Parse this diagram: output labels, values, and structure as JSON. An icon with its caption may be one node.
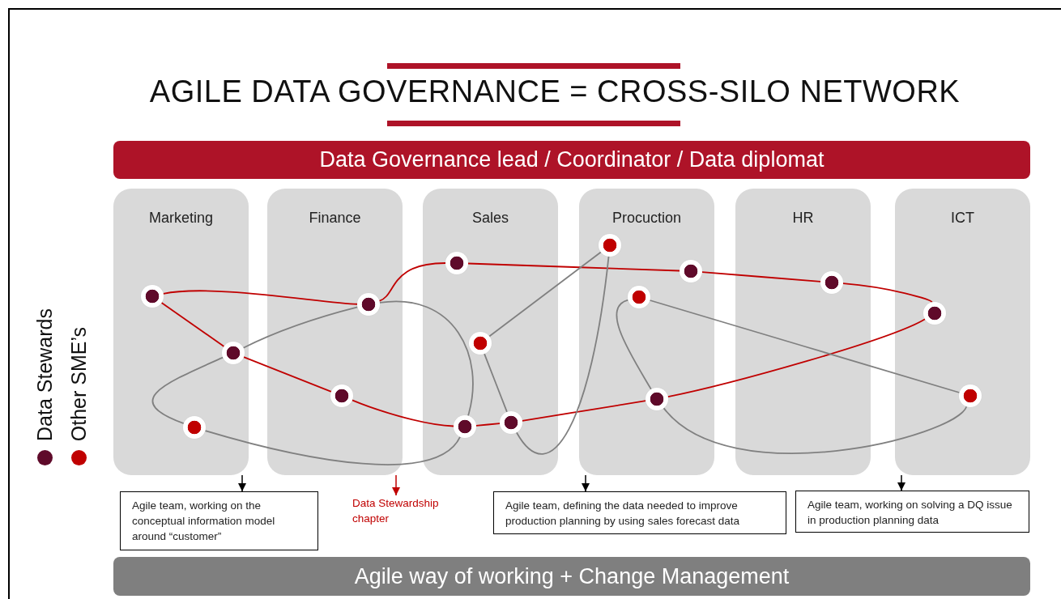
{
  "diagram": {
    "title": "AGILE DATA GOVERNANCE = CROSS-SILO NETWORK",
    "nodes": [
      {
        "text": [
          "Data Governance lead / Coordinator / Data diplomat"
        ]
      },
      {
        "text": [
          "Marketing"
        ]
      },
      {
        "text": [
          "Finance"
        ]
      },
      {
        "text": [
          "Sales"
        ]
      },
      {
        "text": [
          "Procuction"
        ]
      },
      {
        "text": [
          "HR"
        ]
      },
      {
        "text": [
          "ICT"
        ]
      },
      {
        "text": [],
        "shape": "circle",
        "in": 4
      },
      {
        "text": [],
        "shape": "circle",
        "in": 3
      },
      {
        "text": [],
        "shape": "circle",
        "in": 4
      },
      {
        "text": [],
        "shape": "circle",
        "in": 5
      },
      {
        "text": [],
        "shape": "circle",
        "in": 1
      },
      {
        "text": [],
        "shape": "circle",
        "in": 4
      },
      {
        "text": [],
        "shape": "circle",
        "in": 2
      },
      {
        "text": [],
        "shape": "circle",
        "in": 6
      },
      {
        "text": [],
        "shape": "circle",
        "in": 3
      },
      {
        "text": [],
        "shape": "circle",
        "in": 1
      },
      {
        "text": [],
        "shape": "circle",
        "in": 2
      },
      {
        "text": [],
        "shape": "circle",
        "in": 6
      },
      {
        "text": [],
        "shape": "circle",
        "in": 4
      },
      {
        "text": [],
        "shape": "circle",
        "in": 3
      },
      {
        "text": [],
        "shape": "circle",
        "in": 3
      },
      {
        "text": [],
        "shape": "circle",
        "in": 1
      },
      {
        "text": [
          "Agile team, working on the conceptual information model around “customer”"
        ]
      },
      {
        "text": [
          "Data Stewardship chapter"
        ]
      },
      {
        "text": [
          "Agile team, defining the data needed to improve production planning by using sales forecast data"
        ]
      },
      {
        "text": [
          "Agile team, working on solving a DQ issue in production planning data"
        ]
      },
      {
        "text": [
          "Agile way of working + Change Management"
        ]
      }
    ],
    "edges": [
      {
        "from": 11,
        "to": 13,
        "arrow": "none"
      },
      {
        "from": 13,
        "to": 8,
        "arrow": "none"
      },
      {
        "from": 8,
        "to": 9,
        "arrow": "none"
      },
      {
        "from": 9,
        "to": 10,
        "arrow": "none"
      },
      {
        "from": 10,
        "to": 14,
        "arrow": "none"
      },
      {
        "from": 14,
        "to": 19,
        "arrow": "none"
      },
      {
        "from": 19,
        "to": 20,
        "arrow": "none"
      },
      {
        "from": 20,
        "to": 21,
        "arrow": "none"
      },
      {
        "from": 21,
        "to": 17,
        "arrow": "none"
      },
      {
        "from": 17,
        "to": 16,
        "arrow": "none"
      },
      {
        "from": 16,
        "to": 11,
        "arrow": "none"
      },
      {
        "from": 13,
        "to": 16,
        "arrow": "none",
        "color": "#808080"
      },
      {
        "from": 16,
        "to": 22,
        "arrow": "none",
        "color": "#808080"
      },
      {
        "from": 22,
        "to": 21,
        "arrow": "none",
        "color": "#808080"
      },
      {
        "from": 21,
        "to": 13,
        "arrow": "none",
        "color": "#808080"
      },
      {
        "from": 7,
        "to": 15,
        "arrow": "none",
        "color": "#808080"
      },
      {
        "from": 15,
        "to": 20,
        "arrow": "none",
        "color": "#808080"
      },
      {
        "from": 20,
        "to": 7,
        "arrow": "none",
        "color": "#808080"
      },
      {
        "from": 12,
        "to": 19,
        "arrow": "none",
        "color": "#808080"
      },
      {
        "from": 19,
        "to": 18,
        "arrow": "none",
        "color": "#808080"
      },
      {
        "from": 18,
        "to": 12,
        "arrow": "none",
        "color": "#808080"
      },
      {
        "from": 1,
        "to": 23,
        "arrow": "to",
        "color": "#000000"
      },
      {
        "from": 2,
        "to": 24,
        "arrow": "to"
      },
      {
        "from": 4,
        "to": 25,
        "arrow": "to",
        "color": "#000000"
      },
      {
        "from": 6,
        "to": 26,
        "arrow": "to",
        "color": "#000000"
      }
    ],
    "legend": [
      {
        "text": "Data Stewards",
        "color": "#5f0a2a"
      },
      {
        "text": "Other SME’s",
        "color": "#c00000"
      }
    ]
  }
}
